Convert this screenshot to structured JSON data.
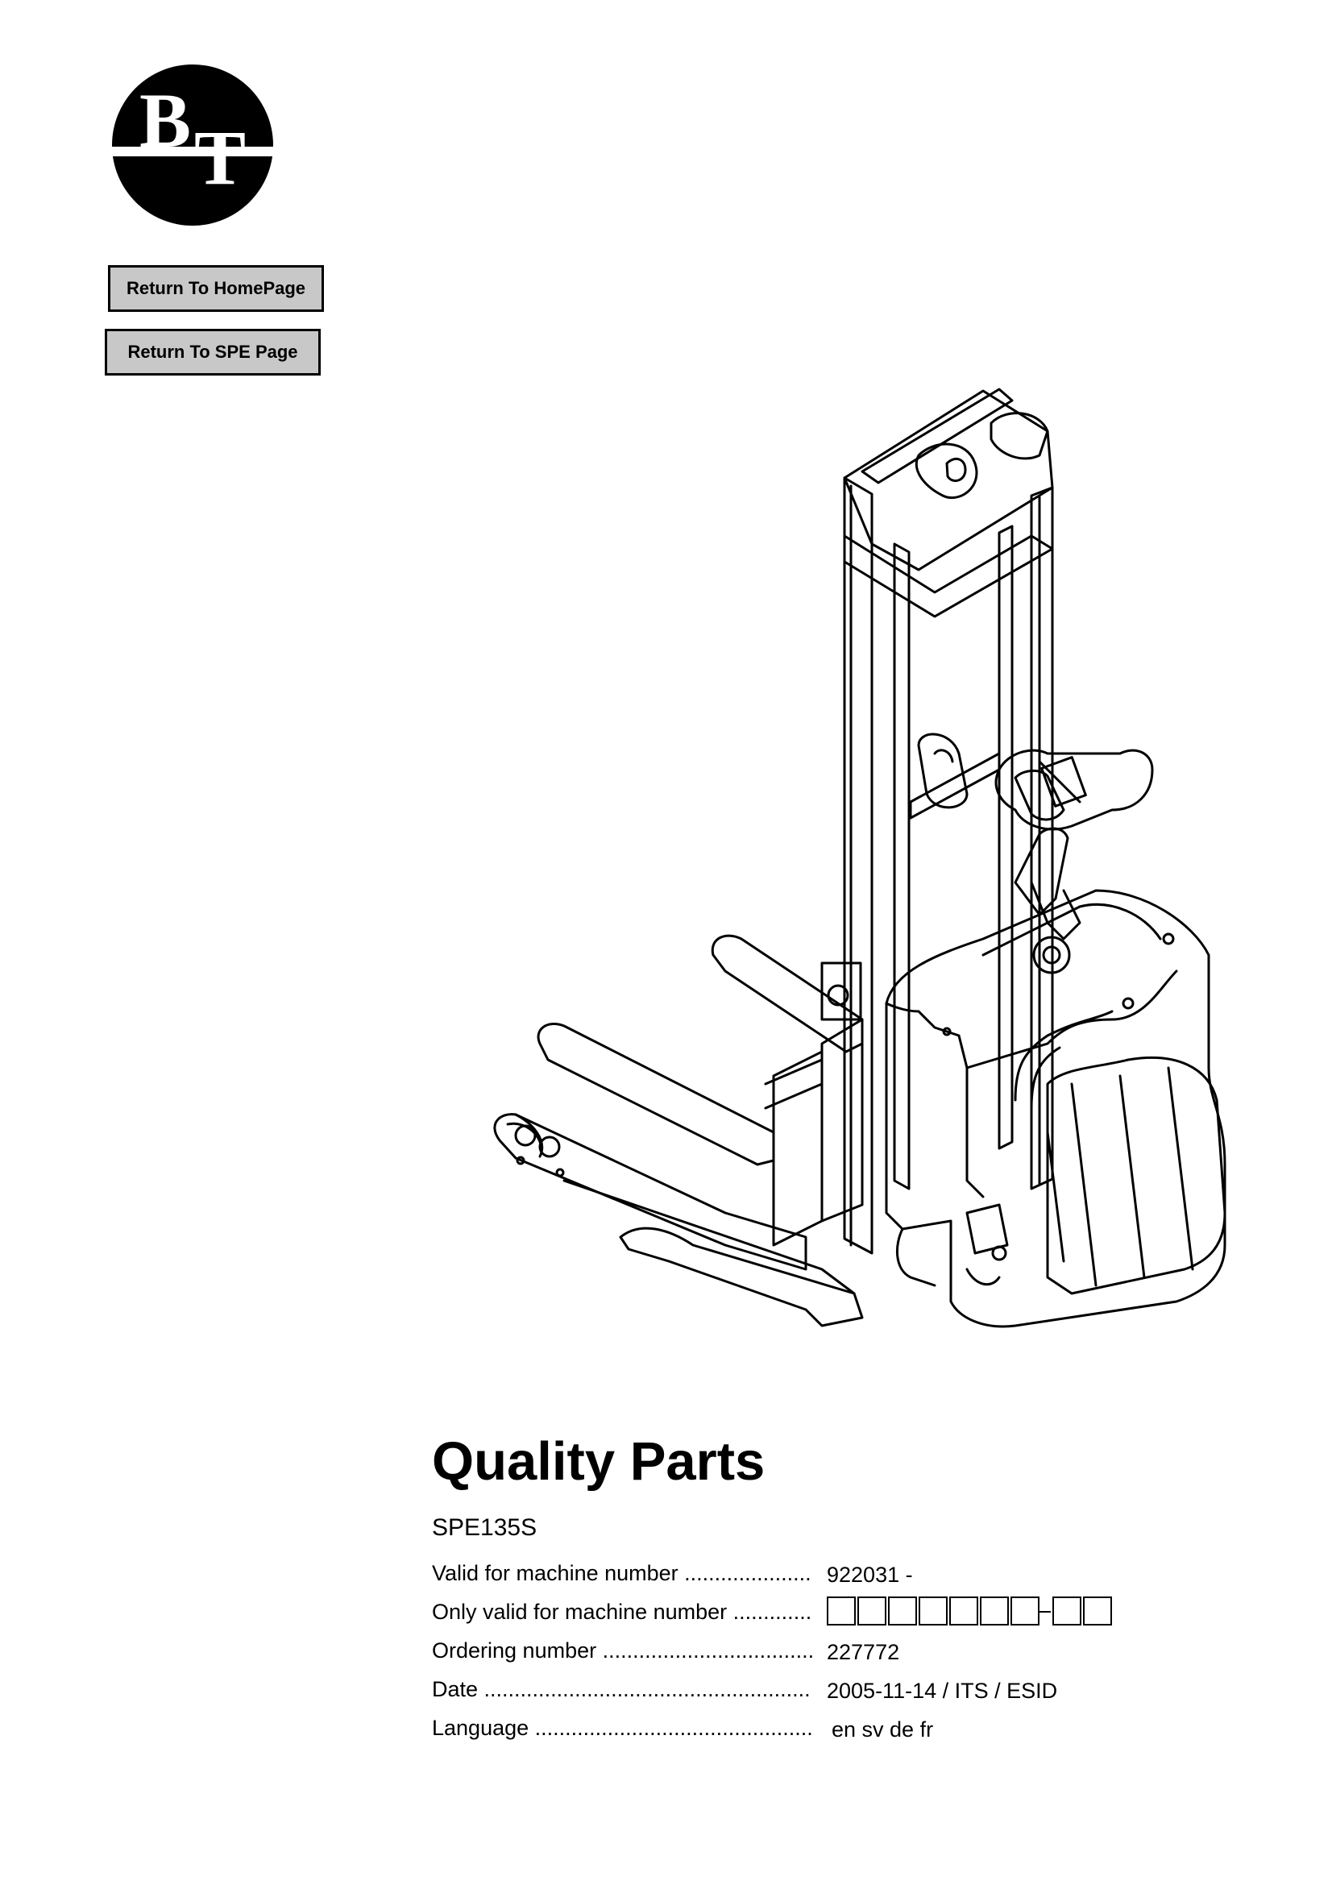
{
  "logo": {
    "text": "BT"
  },
  "nav": {
    "home_label": "Return To HomePage",
    "spe_label": "Return To SPE Page"
  },
  "document": {
    "title": "Quality Parts",
    "model": "SPE135S"
  },
  "info": [
    {
      "label": "Valid for machine number",
      "value": "922031 -"
    },
    {
      "label": "Only valid for machine number",
      "value": ""
    },
    {
      "label": "Ordering number",
      "value": "227772"
    },
    {
      "label": "Date",
      "value": "2005-11-14 / ITS / ESID"
    },
    {
      "label": "Language",
      "value": "en sv de fr"
    }
  ]
}
